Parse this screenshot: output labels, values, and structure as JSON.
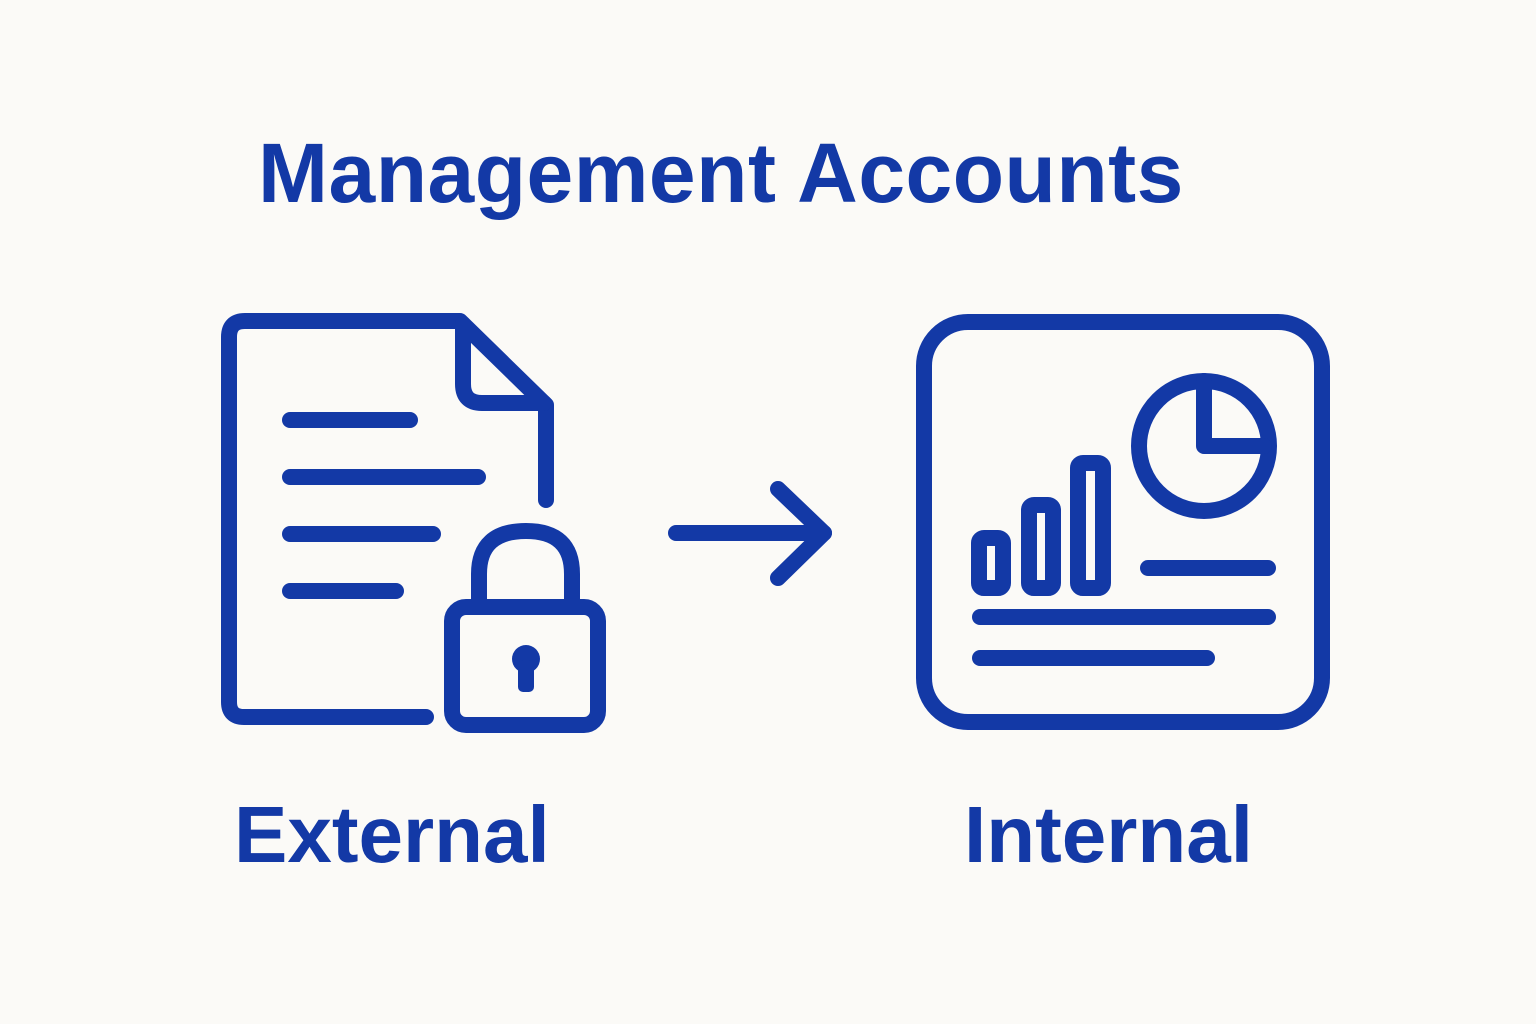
{
  "title": "Management Accounts",
  "left": {
    "label": "External",
    "icon": "document-lock-icon"
  },
  "connector": {
    "icon": "arrow-right-icon"
  },
  "right": {
    "label": "Internal",
    "icon": "report-dashboard-icon"
  },
  "colors": {
    "primary": "#1339a6",
    "background": "#fbfaf7"
  }
}
